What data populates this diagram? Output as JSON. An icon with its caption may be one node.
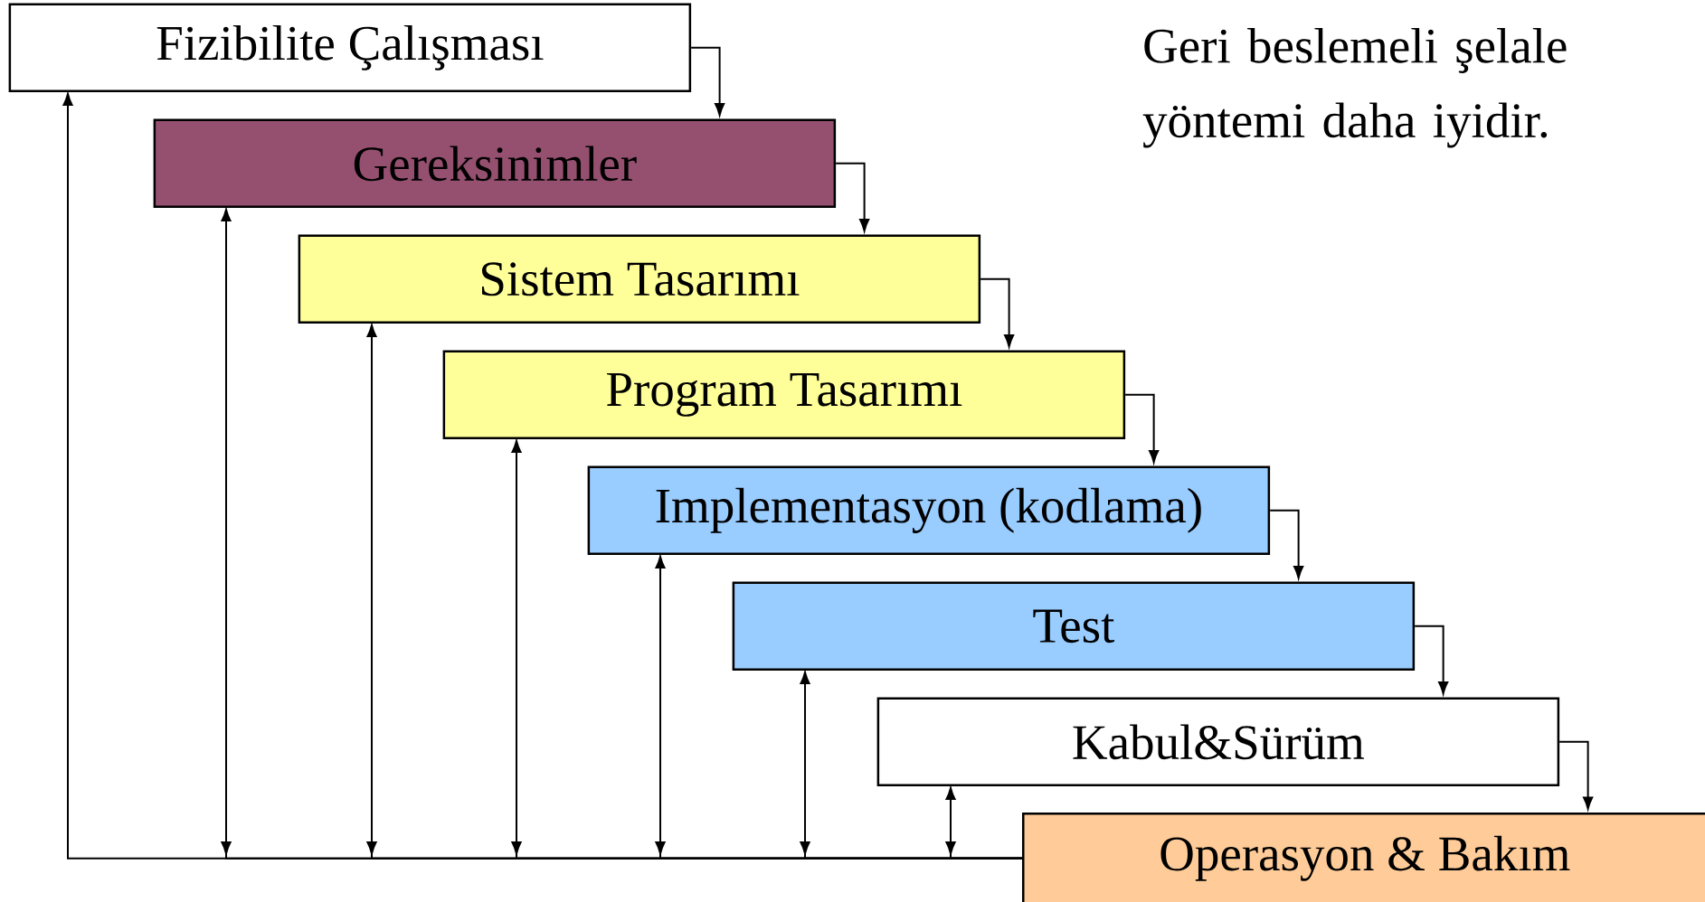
{
  "diagram": {
    "nodes": [
      {
        "text": [
          "Fizibilite Çalışması"
        ]
      },
      {
        "text": [
          "Gereksinimler"
        ]
      },
      {
        "text": [
          "Sistem Tasarımı"
        ]
      },
      {
        "text": [
          "Program Tasarımı"
        ]
      },
      {
        "text": [
          "Implementasyon (kodlama)"
        ]
      },
      {
        "text": [
          "Test"
        ]
      },
      {
        "text": [
          "Kabul&Sürüm"
        ]
      },
      {
        "text": [
          "Operasyon & Bakım"
        ]
      }
    ],
    "edges": [
      {
        "from": 0,
        "to": 1,
        "arrow": "to"
      },
      {
        "from": 1,
        "to": 2,
        "arrow": "to"
      },
      {
        "from": 2,
        "to": 3,
        "arrow": "to"
      },
      {
        "from": 3,
        "to": 4,
        "arrow": "to"
      },
      {
        "from": 4,
        "to": 5,
        "arrow": "to"
      },
      {
        "from": 5,
        "to": 6,
        "arrow": "to"
      },
      {
        "from": 6,
        "to": 7,
        "arrow": "to"
      },
      {
        "from": 7,
        "to": 0,
        "arrow": "to"
      },
      {
        "from": 7,
        "to": 1,
        "arrow": "to"
      },
      {
        "from": 7,
        "to": 2,
        "arrow": "to"
      },
      {
        "from": 7,
        "to": 3,
        "arrow": "to"
      },
      {
        "from": 7,
        "to": 4,
        "arrow": "to"
      },
      {
        "from": 7,
        "to": 5,
        "arrow": "to"
      },
      {
        "from": 7,
        "to": 6,
        "arrow": "to"
      }
    ],
    "labels": [
      "Geri beslemeli şelale yöntemi daha iyidir."
    ]
  }
}
